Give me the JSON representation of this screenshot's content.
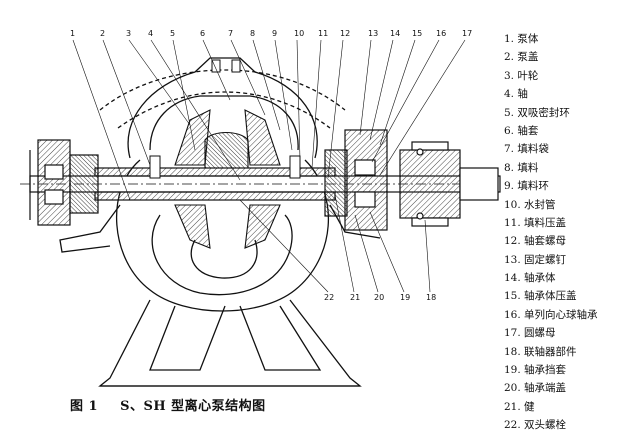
{
  "figure": {
    "caption_number": "图 1",
    "caption_title": "S、SH 型离心泵结构图",
    "callouts": [
      "1",
      "2",
      "3",
      "4",
      "5",
      "6",
      "7",
      "8",
      "9",
      "10",
      "11",
      "12",
      "13",
      "14",
      "15",
      "16",
      "17",
      "18",
      "19",
      "20",
      "21",
      "22"
    ]
  },
  "legend": [
    "1. 泵体",
    "2. 泵盖",
    "3. 叶轮",
    "4. 轴",
    "5. 双吸密封环",
    "6. 轴套",
    "7. 填料袋",
    "8. 填料",
    "9. 填料环",
    "10. 水封管",
    "11. 填料压盖",
    "12. 轴套螺母",
    "13. 固定螺钉",
    "14. 轴承体",
    "15. 轴承体压盖",
    "16. 单列向心球轴承",
    "17. 圆螺母",
    "18. 联轴器部件",
    "19. 轴承挡套",
    "20. 轴承端盖",
    "21. 健",
    "22. 双头螺栓"
  ]
}
